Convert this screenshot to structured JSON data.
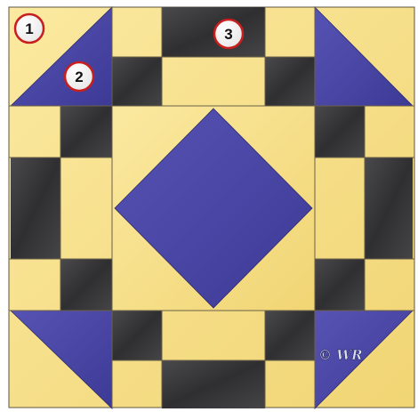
{
  "block": {
    "palette": {
      "cream": "#f6df85",
      "charcoal": "#3b3b3d",
      "indigo": "#4a46a6",
      "seam": "#5c5440",
      "badge_ring": "#c81e1e"
    },
    "callouts": [
      {
        "label": "1"
      },
      {
        "label": "2"
      },
      {
        "label": "3"
      }
    ],
    "watermark": "© WR"
  }
}
